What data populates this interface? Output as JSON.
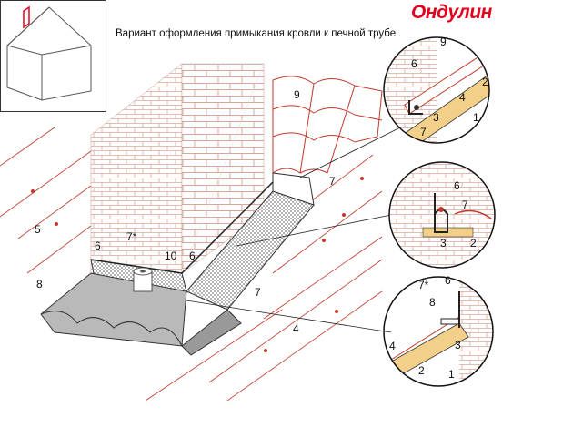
{
  "title": "Вариант оформления примыкания кровли к печной трубе",
  "logo": "Ондулин",
  "colors": {
    "brand": "#e3001b",
    "brick": "#d9a79a",
    "roof_line": "#c0392b",
    "callout": "#e3001b",
    "wood": "#f2d089"
  },
  "labels": {
    "main": [
      {
        "id": "5",
        "text": "5"
      },
      {
        "id": "6a",
        "text": "6"
      },
      {
        "id": "7s",
        "text": "7*"
      },
      {
        "id": "10",
        "text": "10"
      },
      {
        "id": "6b",
        "text": "6"
      },
      {
        "id": "8",
        "text": "8"
      },
      {
        "id": "9",
        "text": "9"
      },
      {
        "id": "7a",
        "text": "7"
      },
      {
        "id": "7b",
        "text": "7"
      },
      {
        "id": "4",
        "text": "4"
      }
    ],
    "detail_top": [
      "6",
      "9",
      "2",
      "4",
      "3",
      "1",
      "7"
    ],
    "detail_mid": [
      "6",
      "7",
      "3",
      "2"
    ],
    "detail_bottom": [
      "7*",
      "6",
      "8",
      "4",
      "3",
      "2",
      "1"
    ]
  }
}
